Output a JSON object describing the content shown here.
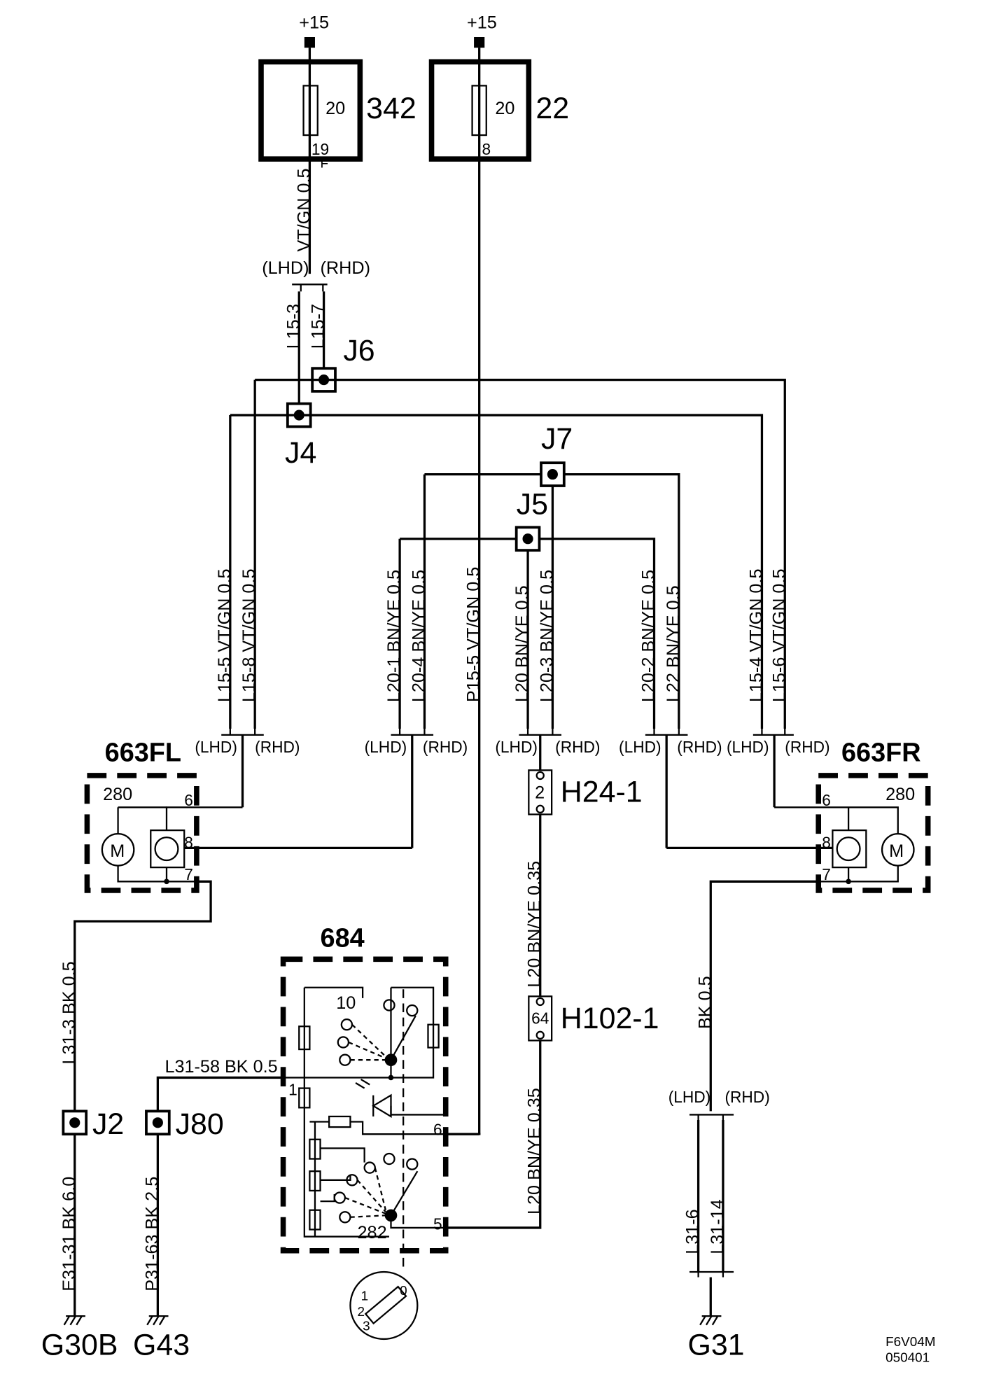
{
  "supplies": {
    "left": "+15",
    "right": "+15"
  },
  "fuses": {
    "f342": {
      "id": "342",
      "rating": "20",
      "pin": "19",
      "pin_sub": "F"
    },
    "f22": {
      "id": "22",
      "rating": "20",
      "pin": "8"
    }
  },
  "wires": {
    "top_left": "VT/GN 0.5",
    "l15_3": "L15-3",
    "l15_7": "L15-7",
    "l15_5": "L15-5  VT/GN 0.5",
    "l15_8": "L15-8  VT/GN 0.5",
    "l20_1": "L20-1  BN/YE 0.5",
    "l20_4": "L20-4  BN/YE 0.5",
    "p15_5": "P15-5  VT/GN 0.5",
    "l20": "L20  BN/YE 0.5",
    "l20_3": "L20-3  BN/YE 0.5",
    "l20_2": "L20-2  BN/YE 0.5",
    "l22": "L22  BN/YE 0.5",
    "l15_4": "L15-4  VT/GN 0.5",
    "l15_6": "L15-6  VT/GN 0.5",
    "l20_mid": "L20  BN/YE 0.35",
    "l20_low": "L20  BN/YE 0.35",
    "l31_3": "L31-3  BK 0.5",
    "l31_58": "L31-58 BK  0.5",
    "bk_right": "BK 0.5",
    "e31_31": "E31-31  BK 6.0",
    "p31_63": "P31-63  BK 2.5",
    "l31_6": "L31-6",
    "l31_14": "L31-14"
  },
  "variants": {
    "lhd": "(LHD)",
    "rhd": "(RHD)"
  },
  "junctions": {
    "j2": "J2",
    "j4": "J4",
    "j5": "J5",
    "j6": "J6",
    "j7": "J7",
    "j80": "J80"
  },
  "connectors": {
    "h24": {
      "id": "H24-1",
      "pin": "2"
    },
    "h102": {
      "id": "H102-1",
      "pin": "64"
    }
  },
  "components": {
    "fl": {
      "id": "663FL",
      "num": "280",
      "pins": [
        "6",
        "8",
        "7"
      ],
      "motor": "M"
    },
    "fr": {
      "id": "663FR",
      "num": "280",
      "pins": [
        "6",
        "8",
        "7"
      ],
      "motor": "M"
    },
    "switch": {
      "id": "684",
      "num_top": "10",
      "num_bottom": "282",
      "pins": [
        "1",
        "6",
        "5"
      ],
      "dial": [
        "0",
        "1",
        "2",
        "3"
      ]
    }
  },
  "grounds": {
    "g30b": "G30B",
    "g43": "G43",
    "g31": "G31"
  },
  "footer": {
    "code": "F6V04M",
    "date": "050401"
  }
}
